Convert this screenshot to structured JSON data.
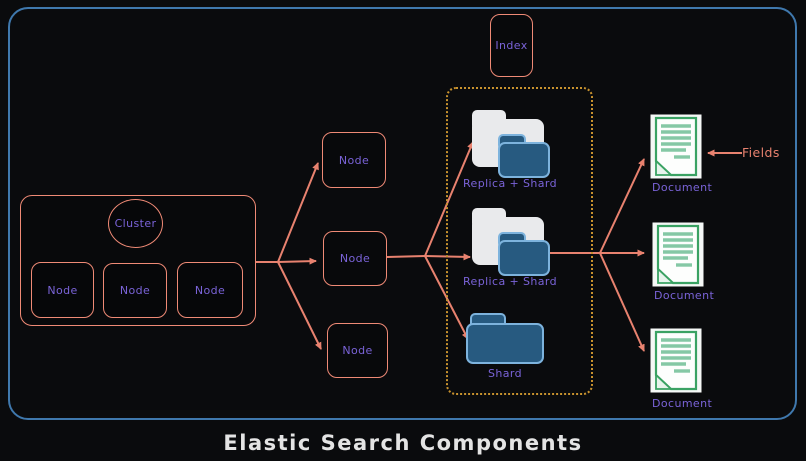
{
  "title": "Elastic Search Components",
  "canvas": {
    "index": {
      "label": "Index"
    },
    "cluster": {
      "label": "Cluster",
      "nodes": [
        {
          "label": "Node"
        },
        {
          "label": "Node"
        },
        {
          "label": "Node"
        }
      ]
    },
    "mid_nodes": [
      {
        "label": "Node"
      },
      {
        "label": "Node"
      },
      {
        "label": "Node"
      }
    ],
    "shard_box": {
      "items": [
        {
          "label": "Replica + Shard",
          "icon": "replica-folders-icon"
        },
        {
          "label": "Replica + Shard",
          "icon": "replica-folders-icon"
        },
        {
          "label": "Shard",
          "icon": "shard-folder-icon"
        }
      ]
    },
    "documents": [
      {
        "label": "Document"
      },
      {
        "label": "Document"
      },
      {
        "label": "Document"
      }
    ],
    "fields": {
      "label": "Fields"
    }
  },
  "colors": {
    "background": "#0a0b0d",
    "frame_blue": "#3f78ad",
    "shape_coral": "#ef8a76",
    "label_purple": "#7a63d8",
    "dashed_orange": "#c8922e",
    "folder_white": "#e9eaec",
    "folder_blue_fill": "#275a80",
    "folder_blue_stroke": "#7db3dd",
    "document_green": "#3aa263",
    "document_line_green": "#85c8a5",
    "title_color": "#e4e4e4"
  }
}
